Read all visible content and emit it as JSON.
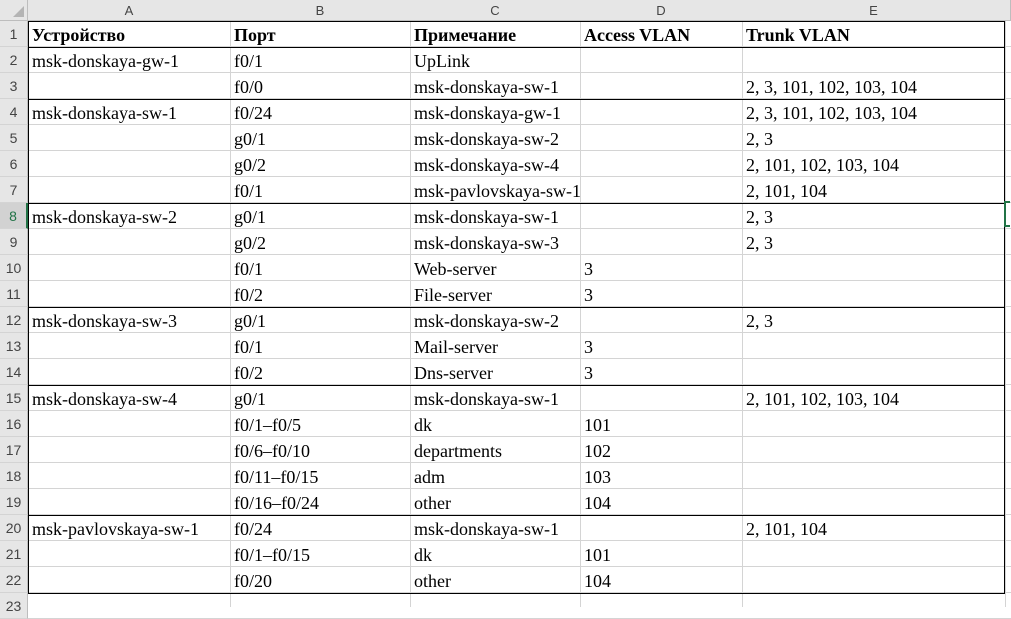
{
  "columns": [
    "A",
    "B",
    "C",
    "D",
    "E"
  ],
  "rows": [
    {
      "num": "1",
      "cells": [
        "Устройство",
        "Порт",
        "Примечание",
        "Access VLAN",
        "Trunk VLAN"
      ]
    },
    {
      "num": "2",
      "cells": [
        "msk-donskaya-gw-1",
        "f0/1",
        "UpLink",
        "",
        ""
      ]
    },
    {
      "num": "3",
      "cells": [
        "",
        "f0/0",
        "msk-donskaya-sw-1",
        "",
        "2, 3, 101, 102, 103, 104"
      ]
    },
    {
      "num": "4",
      "cells": [
        "msk-donskaya-sw-1",
        "f0/24",
        "msk-donskaya-gw-1",
        "",
        "2, 3, 101, 102, 103, 104"
      ]
    },
    {
      "num": "5",
      "cells": [
        "",
        "g0/1",
        "msk-donskaya-sw-2",
        "",
        "2, 3"
      ]
    },
    {
      "num": "6",
      "cells": [
        "",
        "g0/2",
        "msk-donskaya-sw-4",
        "",
        "2, 101, 102, 103, 104"
      ]
    },
    {
      "num": "7",
      "cells": [
        "",
        "f0/1",
        "msk-pavlovskaya-sw-1",
        "",
        "2, 101, 104"
      ]
    },
    {
      "num": "8",
      "cells": [
        "msk-donskaya-sw-2",
        "g0/1",
        "msk-donskaya-sw-1",
        "",
        "2, 3"
      ]
    },
    {
      "num": "9",
      "cells": [
        "",
        "g0/2",
        "msk-donskaya-sw-3",
        "",
        "2, 3"
      ]
    },
    {
      "num": "10",
      "cells": [
        "",
        "f0/1",
        "Web-server",
        "3",
        ""
      ]
    },
    {
      "num": "11",
      "cells": [
        "",
        "f0/2",
        "File-server",
        "3",
        ""
      ]
    },
    {
      "num": "12",
      "cells": [
        "msk-donskaya-sw-3",
        "g0/1",
        "msk-donskaya-sw-2",
        "",
        "2, 3"
      ]
    },
    {
      "num": "13",
      "cells": [
        "",
        "f0/1",
        "Mail-server",
        "3",
        ""
      ]
    },
    {
      "num": "14",
      "cells": [
        "",
        "f0/2",
        "Dns-server",
        "3",
        ""
      ]
    },
    {
      "num": "15",
      "cells": [
        "msk-donskaya-sw-4",
        "g0/1",
        "msk-donskaya-sw-1",
        "",
        "2, 101, 102, 103, 104"
      ]
    },
    {
      "num": "16",
      "cells": [
        "",
        "f0/1–f0/5",
        "dk",
        "101",
        ""
      ]
    },
    {
      "num": "17",
      "cells": [
        "",
        "f0/6–f0/10",
        "departments",
        "102",
        ""
      ]
    },
    {
      "num": "18",
      "cells": [
        "",
        "f0/11–f0/15",
        "adm",
        "103",
        ""
      ]
    },
    {
      "num": "19",
      "cells": [
        "",
        "f0/16–f0/24",
        "other",
        "104",
        ""
      ]
    },
    {
      "num": "20",
      "cells": [
        "msk-pavlovskaya-sw-1",
        "f0/24",
        "msk-donskaya-sw-1",
        "",
        "2, 101, 104"
      ]
    },
    {
      "num": "21",
      "cells": [
        "",
        "f0/1–f0/15",
        "dk",
        "101",
        ""
      ]
    },
    {
      "num": "22",
      "cells": [
        "",
        "f0/20",
        "other",
        "104",
        ""
      ]
    },
    {
      "num": "23",
      "cells": [
        "",
        "",
        "",
        "",
        ""
      ]
    }
  ],
  "selected_row": "8",
  "colors": {
    "selection": "#217346",
    "header_bg": "#e6e6e6",
    "grid": "#d4d4d4"
  }
}
